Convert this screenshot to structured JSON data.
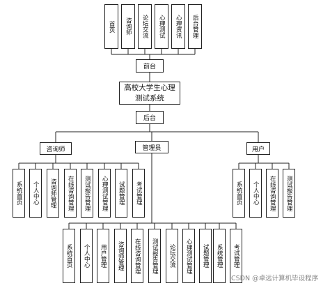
{
  "frontend_pages": [
    "首页",
    "咨询师",
    "论坛交流",
    "心理测试",
    "心理资讯",
    "后台管理"
  ],
  "frontend_label": "前台",
  "system_title": "高校大学生心理测试系统",
  "backend_label": "后台",
  "roles": {
    "counselor": {
      "label": "咨询师",
      "modules": [
        "系统首页",
        "个人中心",
        "咨询师管理",
        "在线咨询管理",
        "测试报告管理",
        "心理测试管理",
        "试题管理",
        "考试管理"
      ]
    },
    "admin": {
      "label": "管理员",
      "modules": [
        "系统首页",
        "个人中心",
        "用户管理",
        "咨询师管理",
        "在线咨询管理",
        "测试报告管理",
        "论坛交流",
        "心理测试管理",
        "试题管理",
        "系统管理",
        "考试管理"
      ]
    },
    "user": {
      "label": "用户",
      "modules": [
        "系统首页",
        "个人中心",
        "在线咨询管理",
        "测试报告管理"
      ]
    }
  },
  "watermark": "CSDN @卓远计算机毕设程序"
}
